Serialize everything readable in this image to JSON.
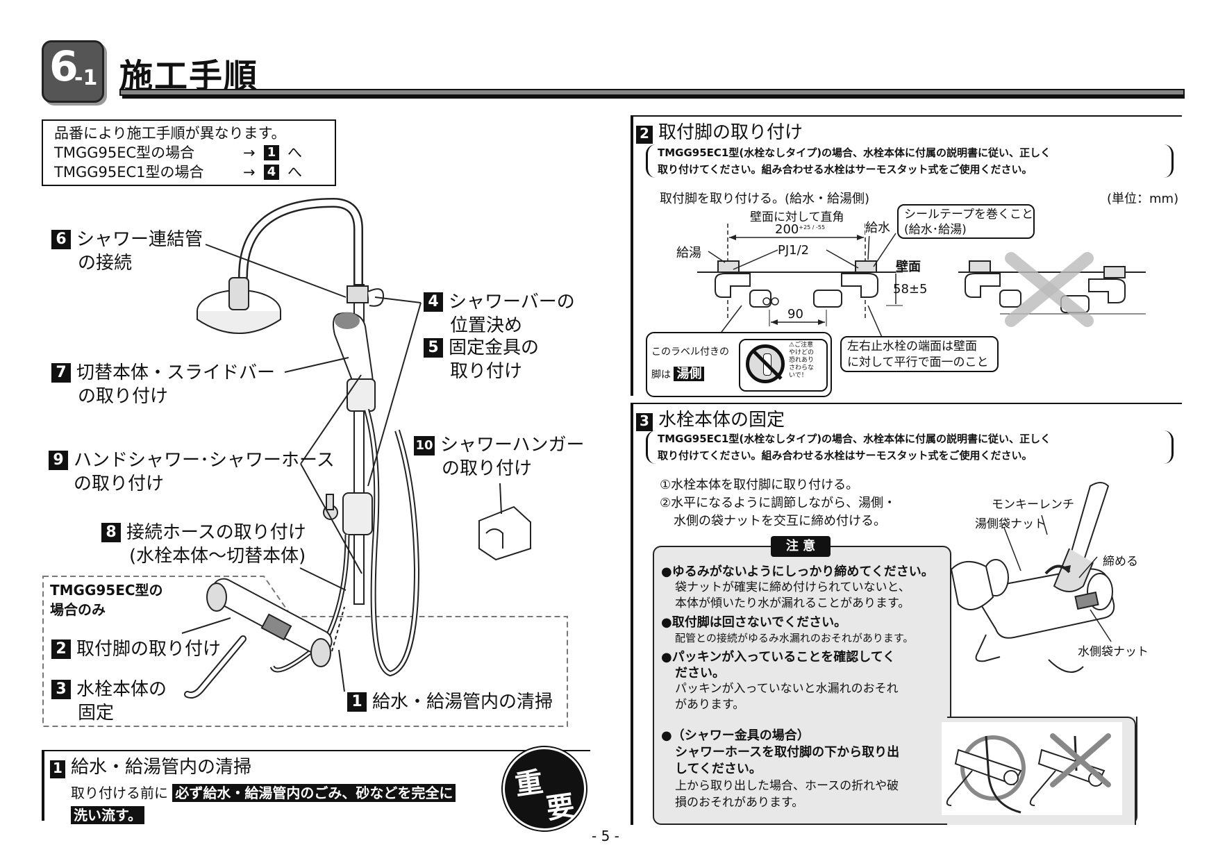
{
  "header": {
    "badge_main": "6",
    "badge_sub": "-1",
    "title": "施工手順"
  },
  "intro_box": {
    "line1": "品番により施工手順が異なります。",
    "row2_text": "TMGG95EC型の場合",
    "row2_arrow": "→",
    "row2_num": "1",
    "row2_suffix": "へ",
    "row3_text": "TMGG95EC1型の場合",
    "row3_arrow": "→",
    "row3_num": "4",
    "row3_suffix": "へ"
  },
  "callouts": {
    "c6_num": "6",
    "c6_l1": "シャワー連結管",
    "c6_l2": "の接続",
    "c4_num": "4",
    "c4_l1": "シャワーバーの",
    "c4_l2": "位置決め",
    "c5_num": "5",
    "c5_l1": "固定金具の",
    "c5_l2": "取り付け",
    "c7_num": "7",
    "c7_l1": "切替本体・スライドバー",
    "c7_l2": "の取り付け",
    "c9_num": "9",
    "c9_l1": "ハンドシャワー･シャワーホース",
    "c9_l2": "の取り付け",
    "c10_num": "10",
    "c10_l1": "シャワーハンガー",
    "c10_l2": "の取り付け",
    "c8_num": "8",
    "c8_l1": "接続ホースの取り付け",
    "c8_l2": "(水栓本体～切替本体)",
    "dashed_title_l1": "TMGG95EC型の",
    "dashed_title_l2": "場合のみ",
    "c2_num": "2",
    "c2_l1": "取付脚の取り付け",
    "c3_num": "3",
    "c3_l1": "水栓本体の",
    "c3_l2": "固定",
    "c1_num": "1",
    "c1_l1": "給水・給湯管内の清掃"
  },
  "section1": {
    "num": "1",
    "title": "給水・給湯管内の清掃",
    "text_prefix": "取り付ける前に",
    "highlight1": "必ず給水・給湯管内のごみ、砂などを完全に",
    "highlight2": "洗い流す。",
    "important_l1": "重",
    "important_l2": "要"
  },
  "section2": {
    "num": "2",
    "title": "取付脚の取り付け",
    "note_l1": "TMGG95EC1型(水栓なしタイプ)の場合、水栓本体に付属の説明書に従い、正しく",
    "note_l2": "取り付けてください。組み合わせる水栓はサーモスタット式をご使用ください。",
    "instruction": "取付脚を取り付ける。(給水・給湯側)",
    "unit": "(単位：mm)",
    "dim_angle": "壁面に対して直角",
    "dim_200": "200",
    "dim_200_tol": "+25 / -55",
    "label_kyusui": "給水",
    "label_kyuto": "給湯",
    "label_pj": "PJ1/2",
    "label_wall": "壁面",
    "dim_58": "58±5",
    "dim_90": "90",
    "seal_l1": "シールテープを巻くこと",
    "seal_l2": "(給水･給湯)",
    "label_tag_l1": "このラベル付きの",
    "label_tag_l2": "脚は",
    "label_tag_hot": "湯側",
    "caution_small_l1": "⚠ご注意",
    "caution_small_l2": "やけどの",
    "caution_small_l3": "恐れあり",
    "caution_small_l4": "さわらな",
    "caution_small_l5": "いで！",
    "parallel_l1": "左右止水栓の端面は壁面",
    "parallel_l2": "に対して平行で面一のこと"
  },
  "section3": {
    "num": "3",
    "title": "水栓本体の固定",
    "note_l1": "TMGG95EC1型(水栓なしタイプ)の場合、水栓本体に付属の説明書に従い、正しく",
    "note_l2": "取り付けてください。組み合わせる水栓はサーモスタット式をご使用ください。",
    "step1": "①水栓本体を取付脚に取り付ける。",
    "step2_l1": "②水平になるように調節しながら、湯側・",
    "step2_l2": "水側の袋ナットを交互に締め付ける。",
    "wrench": "モンキーレンチ",
    "hot_nut": "湯側袋ナット",
    "tighten": "締める",
    "cold_nut": "水側袋ナット",
    "caution_title": "注 意",
    "c1_head": "●ゆるみがないようにしっかり締めてください。",
    "c1_body_l1": "袋ナットが確実に締め付けられていないと、",
    "c1_body_l2": "本体が傾いたり水が漏れることがあります。",
    "c2_head": "●取付脚は回さないでください。",
    "c2_body": "配管との接続がゆるみ水漏れのおそれがあります。",
    "c3_head_l1": "●パッキンが入っていることを確認してく",
    "c3_head_l2": "ださい。",
    "c3_body_l1": "パッキンが入っていないと水漏れのおそれ",
    "c3_body_l2": "があります。",
    "c4_head_l1": "●（シャワー金具の場合）",
    "c4_head_l2": "シャワーホースを取付脚の下から取り出",
    "c4_head_l3": "してください。",
    "c4_body_l1": "上から取り出した場合、ホースの折れや破",
    "c4_body_l2": "損のおそれがあります。"
  },
  "footer": {
    "page": "- 5 -"
  }
}
